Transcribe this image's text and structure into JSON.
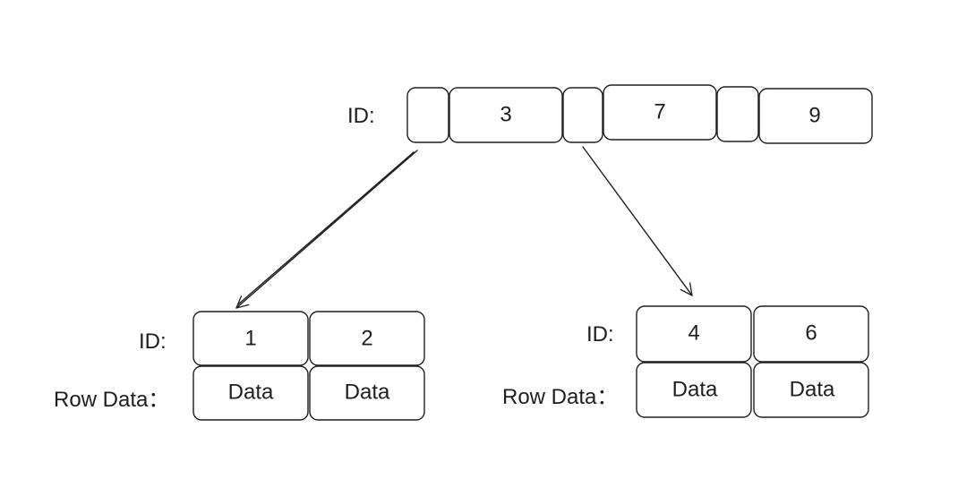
{
  "colors": {
    "key": "#fce68f",
    "empty": "#ffffff",
    "data": "#b2f2bb",
    "stroke": "#1e1e1e"
  },
  "root": {
    "label": "ID:",
    "cells": [
      {
        "text": "",
        "kind": "empty"
      },
      {
        "text": "3",
        "kind": "key"
      },
      {
        "text": "",
        "kind": "empty"
      },
      {
        "text": "7",
        "kind": "key"
      },
      {
        "text": "",
        "kind": "empty"
      },
      {
        "text": "9",
        "kind": "key"
      }
    ]
  },
  "left_leaf": {
    "id_label": "ID:",
    "row_label": "Row Data：",
    "ids": [
      "1",
      "2"
    ],
    "rows": [
      "Data",
      "Data"
    ]
  },
  "right_leaf": {
    "id_label": "ID:",
    "row_label": "Row Data：",
    "ids": [
      "4",
      "6"
    ],
    "rows": [
      "Data",
      "Data"
    ]
  }
}
